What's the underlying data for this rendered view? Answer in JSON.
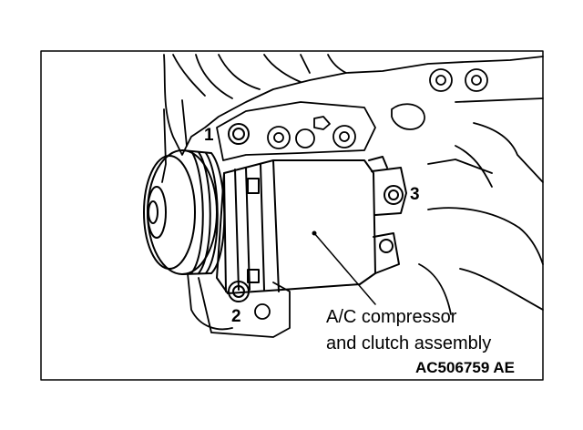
{
  "callouts": {
    "bolt_1": "1",
    "bolt_2": "2",
    "bolt_3": "3"
  },
  "label": {
    "line1": "A/C compressor",
    "line2": "and clutch assembly"
  },
  "figure_id": "AC506759 AE",
  "colors": {
    "ink": "#000000",
    "paper": "#ffffff"
  }
}
